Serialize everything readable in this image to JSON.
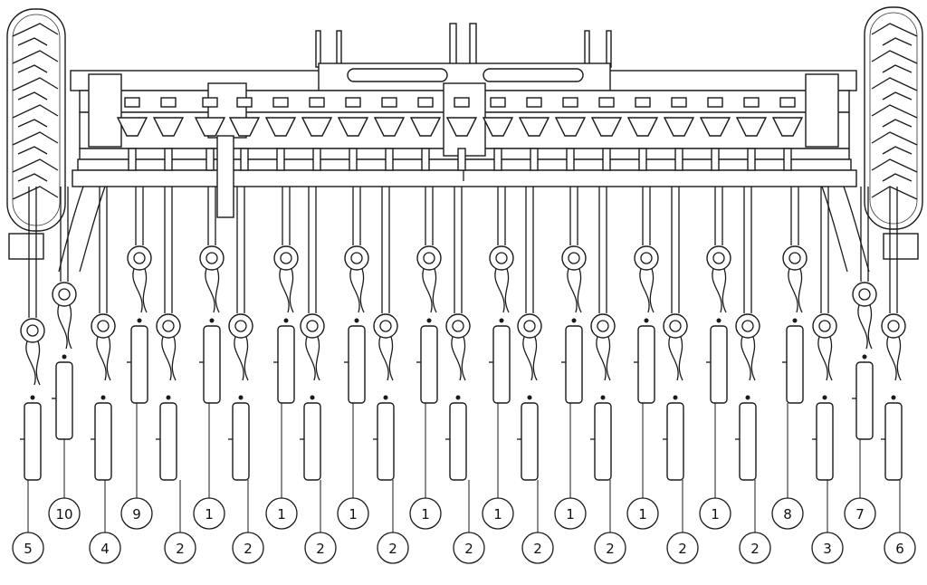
{
  "callouts": [
    {
      "label": "5"
    },
    {
      "label": "10"
    },
    {
      "label": "4"
    },
    {
      "label": "9"
    },
    {
      "label": "2"
    },
    {
      "label": "1"
    },
    {
      "label": "2"
    },
    {
      "label": "1"
    },
    {
      "label": "2"
    },
    {
      "label": "1"
    },
    {
      "label": "2"
    },
    {
      "label": "1"
    },
    {
      "label": "2"
    },
    {
      "label": "1"
    },
    {
      "label": "2"
    },
    {
      "label": "1"
    },
    {
      "label": "2"
    },
    {
      "label": "1"
    },
    {
      "label": "2"
    },
    {
      "label": "1"
    },
    {
      "label": "2"
    },
    {
      "label": "8"
    },
    {
      "label": "3"
    },
    {
      "label": "7"
    },
    {
      "label": "6"
    }
  ]
}
